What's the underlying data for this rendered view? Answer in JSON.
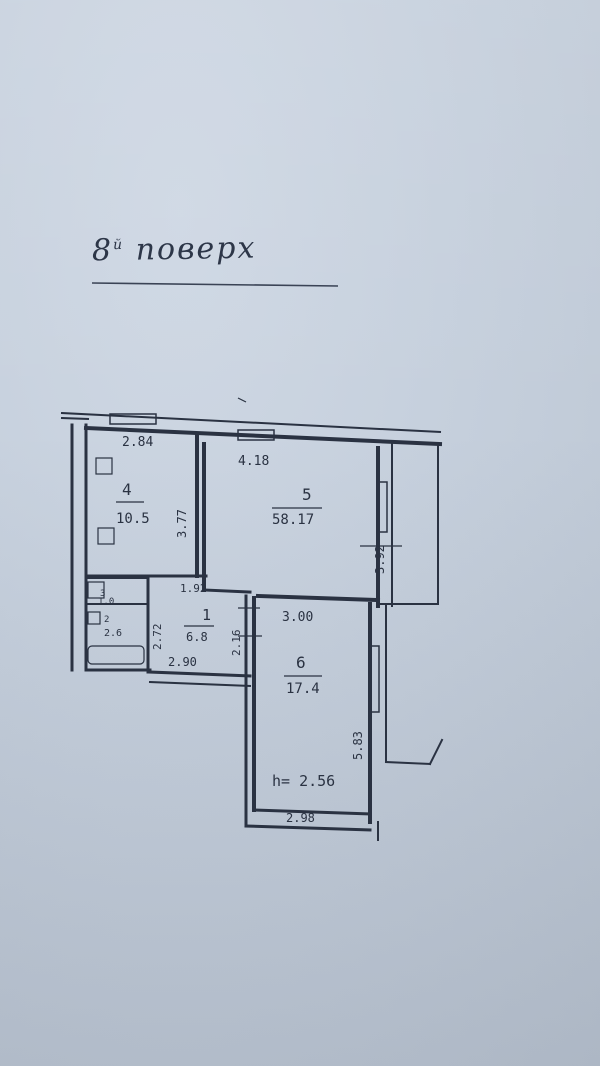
{
  "title": {
    "text": "8",
    "suffix": "й",
    "rest": "поверх"
  },
  "rooms": [
    {
      "id": "4",
      "number": "4",
      "area": "10.5",
      "dim_top": "2.84",
      "dim_side": "3.77"
    },
    {
      "id": "5",
      "number": "5",
      "area": "58.17",
      "dim_top": "4.18",
      "dim_side": "3.92"
    },
    {
      "id": "1",
      "number": "1",
      "area": "6.8",
      "dim_bottom": "2.90",
      "dim_side": "2.16",
      "dim_left": "2.72",
      "dim_top": "1.92"
    },
    {
      "id": "6",
      "number": "6",
      "area": "17.4",
      "dim_top": "3.00",
      "dim_side": "5.83",
      "height": "h= 2.56",
      "dim_bottom": "2.98"
    },
    {
      "id": "2",
      "number": "2",
      "area": "2.6"
    },
    {
      "id": "3",
      "number": "3",
      "area": "1.0"
    }
  ],
  "colors": {
    "paper": "#c8d2de",
    "ink": "#2a3242"
  }
}
